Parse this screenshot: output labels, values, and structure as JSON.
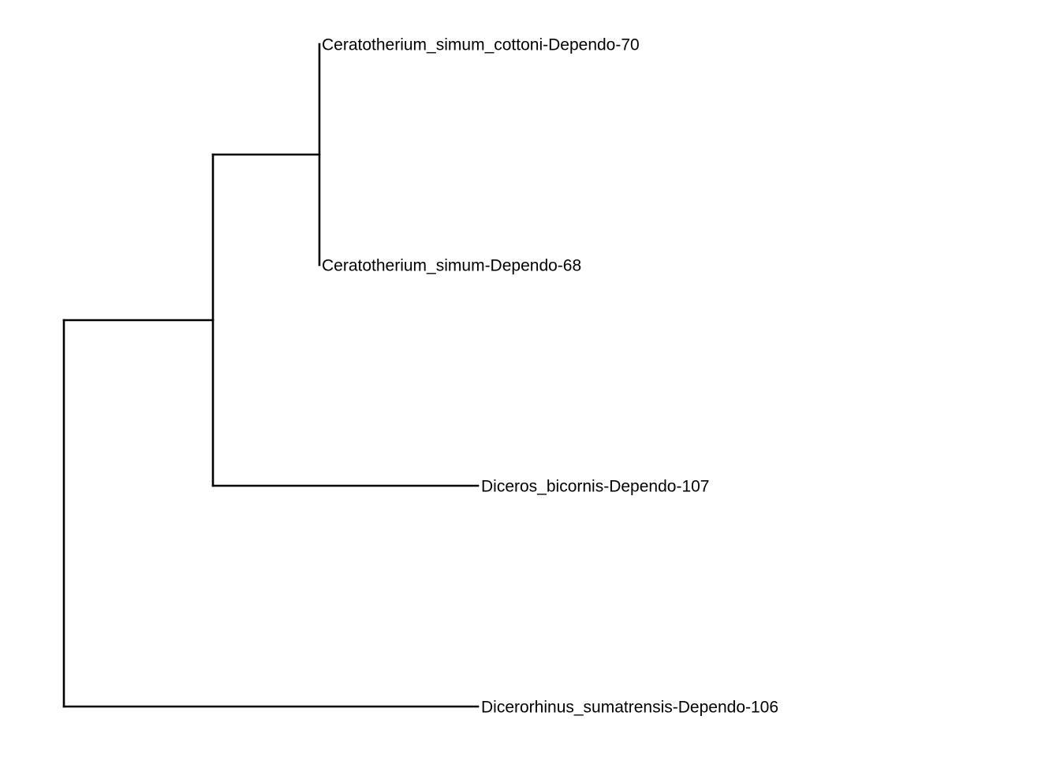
{
  "tree": {
    "tips": [
      {
        "id": "t1",
        "label": "Ceratotherium_simum_cottoni-Dependo-70"
      },
      {
        "id": "t2",
        "label": "Ceratotherium_simum-Dependo-68"
      },
      {
        "id": "t3",
        "label": "Diceros_bicornis-Dependo-107"
      },
      {
        "id": "t4",
        "label": "Dicerorhinus_sumatrensis-Dependo-106"
      }
    ],
    "topology": "(((Ceratotherium_simum_cottoni-Dependo-70,Ceratotherium_simum-Dependo-68),Diceros_bicornis-Dependo-107),Dicerorhinus_sumatrensis-Dependo-106)"
  }
}
